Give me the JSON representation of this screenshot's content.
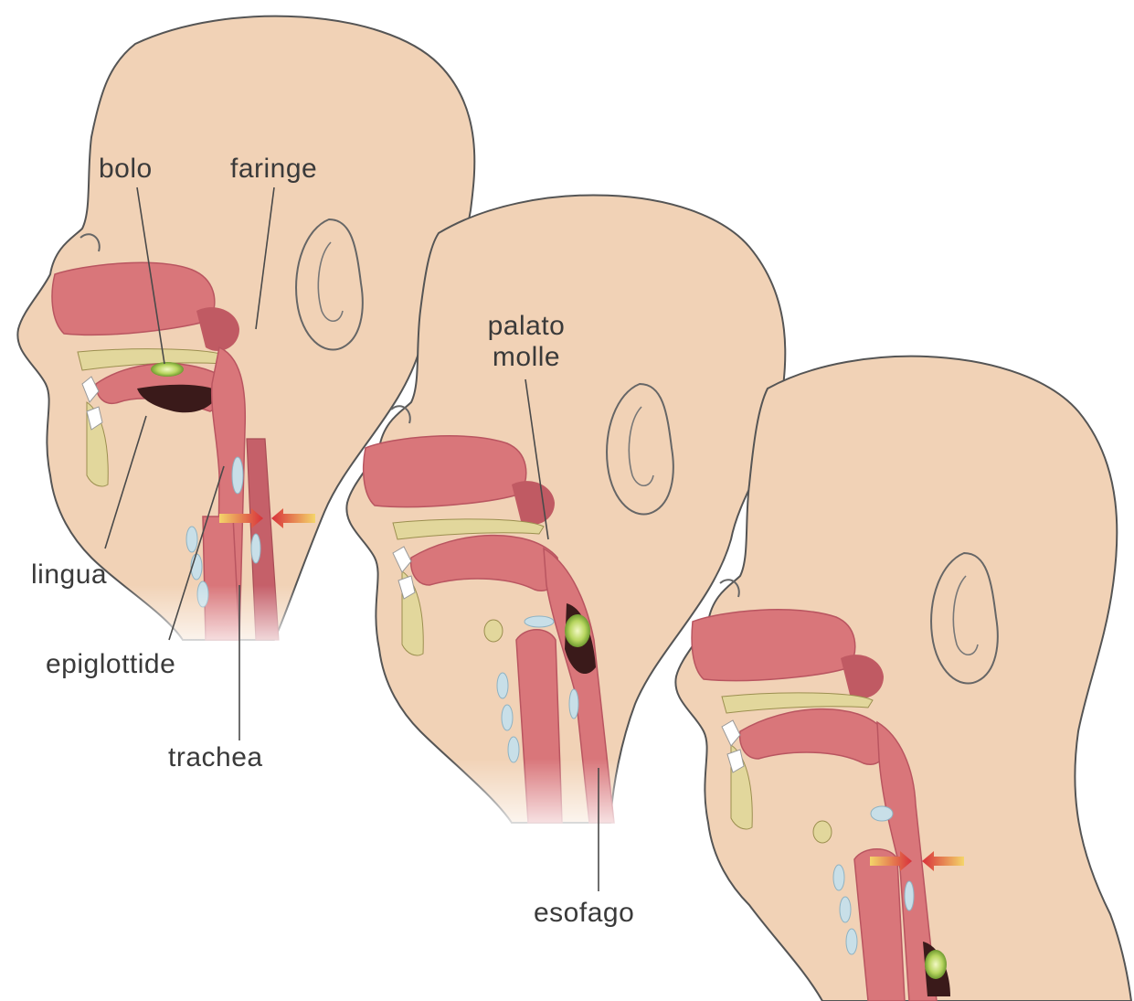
{
  "labels": {
    "bolo": "bolo",
    "faringe": "faringe",
    "palato_line1": "palato",
    "palato_line2": "molle",
    "lingua": "lingua",
    "epiglottide": "epiglottide",
    "trachea": "trachea",
    "esofago": "esofago"
  },
  "colors": {
    "skin": "#f1d2b6",
    "skin_outline": "#555555",
    "tissue": "#d9767a",
    "tissue_dark": "#b95560",
    "bone": "#e2d79c",
    "cartilage": "#c8dfe8",
    "bolus": "#c8e07a",
    "cavity": "#3a1a1a"
  },
  "icons": [
    "head-stage-1",
    "head-stage-2",
    "head-stage-3",
    "arrow-pair",
    "bolus"
  ]
}
